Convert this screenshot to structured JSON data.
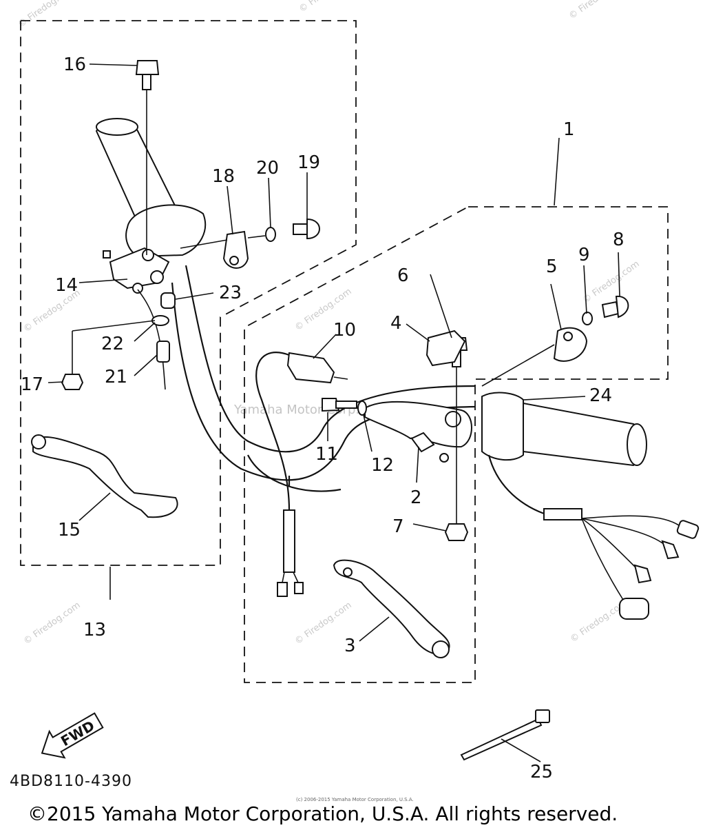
{
  "watermarks": [
    {
      "text": "© Firedog.com",
      "pos": "top-right"
    },
    {
      "text": "© Firedog.com",
      "pos": "top-right-2"
    },
    {
      "text": "© Firedog.com",
      "pos": "left"
    },
    {
      "text": "© Firedog.com",
      "pos": "mid-1"
    },
    {
      "text": "© Firedog.com",
      "pos": "mid-2"
    },
    {
      "text": "© Firedog.com",
      "pos": "right"
    },
    {
      "text": "© Firedog.com",
      "pos": "lower-left"
    },
    {
      "text": "© Firedog.com",
      "pos": "lower-mid"
    },
    {
      "text": "© Firedog.com",
      "pos": "lower-right"
    }
  ],
  "center_watermark": "Yamaha Motor Corp., U.S.A.",
  "callouts": {
    "c1": "1",
    "c2": "2",
    "c3": "3",
    "c4": "4",
    "c5": "5",
    "c6": "6",
    "c7": "7",
    "c8": "8",
    "c9": "9",
    "c10": "10",
    "c11": "11",
    "c12": "12",
    "c13": "13",
    "c14": "14",
    "c15": "15",
    "c16": "16",
    "c17": "17",
    "c18": "18",
    "c19": "19",
    "c20": "20",
    "c21": "21",
    "c22": "22",
    "c23": "23",
    "c24": "24",
    "c25": "25"
  },
  "fwd_label": "FWD",
  "diagram_code": "4BD8110-4390",
  "small_copyright": "(c) 2006-2015 Yamaha Motor Corporation, U.S.A.",
  "footer": "©2015 Yamaha Motor Corporation, U.S.A. All rights reserved."
}
